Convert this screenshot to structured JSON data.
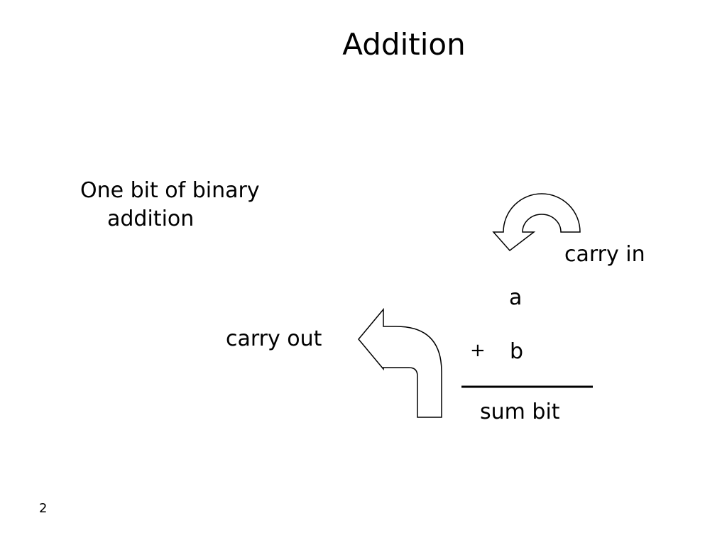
{
  "slide": {
    "title": "Addition",
    "bullet_line1": "One bit of binary",
    "bullet_line2": "addition",
    "page_number": "2"
  },
  "diagram": {
    "carry_in_label": "carry in",
    "operand_a": "a",
    "operator": "+",
    "operand_b": "b",
    "carry_out_label": "carry out",
    "result_label": "sum bit"
  }
}
